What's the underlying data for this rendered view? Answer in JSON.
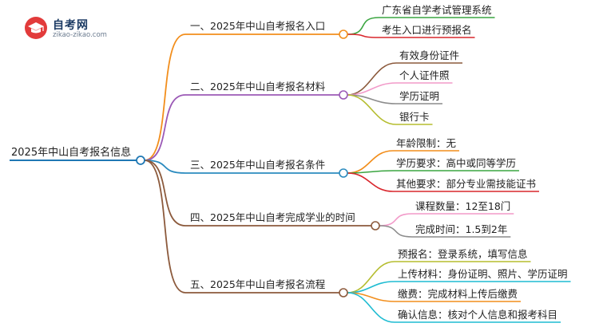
{
  "logo": {
    "title": "自考网",
    "subtitle": "zikao-zikao.com"
  },
  "root": {
    "label": "2025年中山自考报名信息",
    "color": "#1f78b4"
  },
  "branches": [
    {
      "label": "一、2025年中山自考报名入口",
      "color": "#f28e1c",
      "leaves": [
        {
          "label": "广东省自学考试管理系统",
          "color": "#3aa540"
        },
        {
          "label": "考生入口进行预报名",
          "color": "#d9262c"
        }
      ]
    },
    {
      "label": "二、2025年中山自考报名材料",
      "color": "#9b59b6",
      "leaves": [
        {
          "label": "有效身份证件",
          "color": "#8c5a3c"
        },
        {
          "label": "个人证件照",
          "color": "#f29ac9"
        },
        {
          "label": "学历证明",
          "color": "#8c8c8c"
        },
        {
          "label": "银行卡",
          "color": "#b5bd2f"
        }
      ]
    },
    {
      "label": "三、2025年中山自考报名条件",
      "color": "#2b8bbf",
      "leaves": [
        {
          "label": "年龄限制：无",
          "color": "#f28e1c"
        },
        {
          "label": "学历要求：高中或同等学历",
          "color": "#3aa540"
        },
        {
          "label": "其他要求：部分专业需技能证书",
          "color": "#d9262c"
        }
      ]
    },
    {
      "label": "四、2025年中山自考完成学业的时间",
      "color": "#8c5a3c",
      "leaves": [
        {
          "label": "课程数量：12至18门",
          "color": "#f29ac9"
        },
        {
          "label": "完成时间：1.5到2年",
          "color": "#8c8c8c"
        }
      ]
    },
    {
      "label": "五、2025年中山自考报名流程",
      "color": "#8c5a3c",
      "leaves": [
        {
          "label": "预报名：登录系统，填写信息",
          "color": "#b5bd2f"
        },
        {
          "label": "上传材料：身份证明、照片、学历证明",
          "color": "#1fbcd2"
        },
        {
          "label": "缴费：完成材料上传后缴费",
          "color": "#f28e1c"
        },
        {
          "label": "确认信息：核对个人信息和报考科目",
          "color": "#1fbcd2"
        }
      ]
    }
  ]
}
